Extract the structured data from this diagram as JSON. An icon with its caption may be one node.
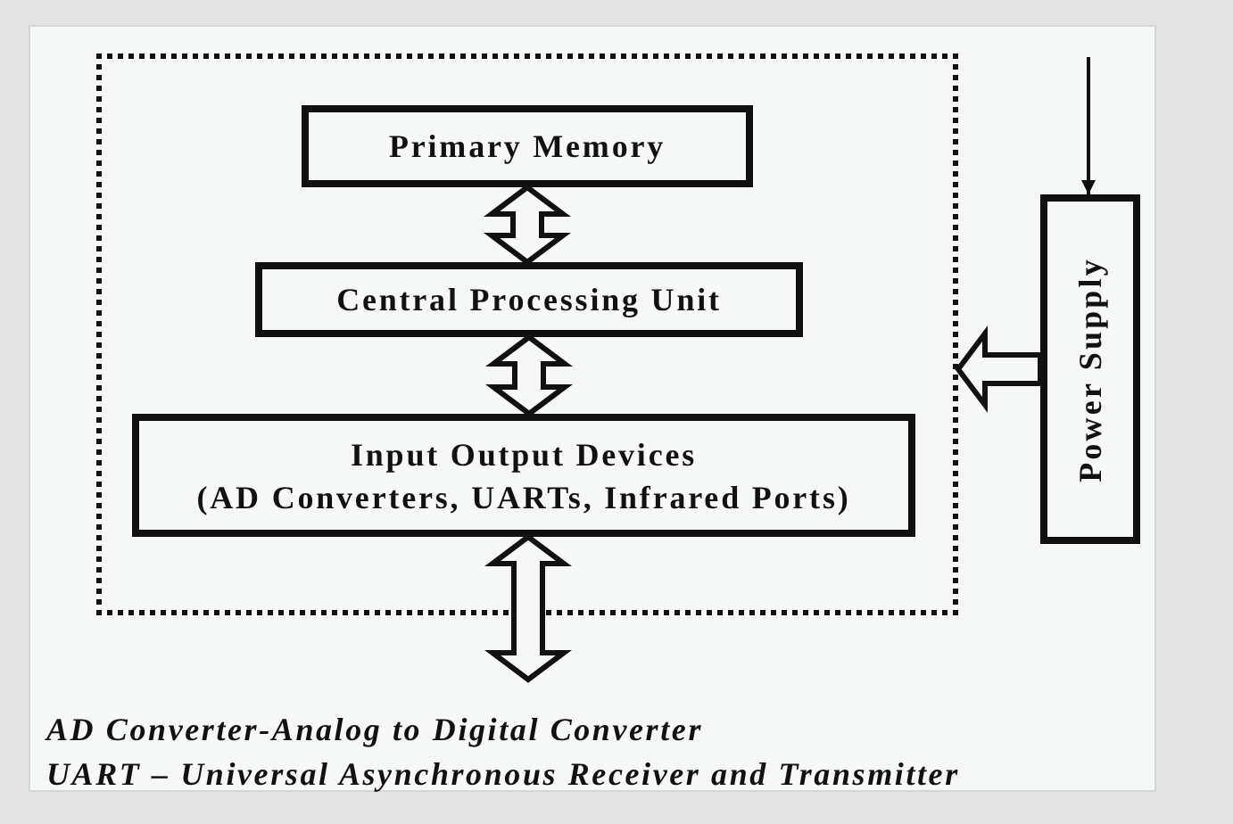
{
  "diagram": {
    "nodes": [
      {
        "text": [],
        "shape": "box"
      },
      {
        "text": [
          "Primary Memory"
        ],
        "in": 0
      },
      {
        "text": [
          "Central Processing Unit"
        ],
        "in": 0
      },
      {
        "text": [
          "Input Output Devices",
          "(AD Converters, UARTs, Infrared Ports)"
        ],
        "in": 0
      },
      {
        "text": [
          "Power Supply"
        ]
      }
    ],
    "edges": [
      {
        "from": 1,
        "to": 2,
        "arrow": "both",
        "style": "thick"
      },
      {
        "from": 2,
        "to": 3,
        "arrow": "both",
        "style": "thick"
      },
      {
        "from": 3,
        "to": null,
        "arrow": "both",
        "style": "thick"
      },
      {
        "from": 4,
        "to": 0,
        "arrow": "to",
        "style": "thick"
      },
      {
        "from": null,
        "to": 4,
        "arrow": "to"
      }
    ],
    "labels": [
      "AD Converter-Analog to Digital Converter",
      "UART – Universal Asynchronous Receiver and Transmitter"
    ]
  }
}
